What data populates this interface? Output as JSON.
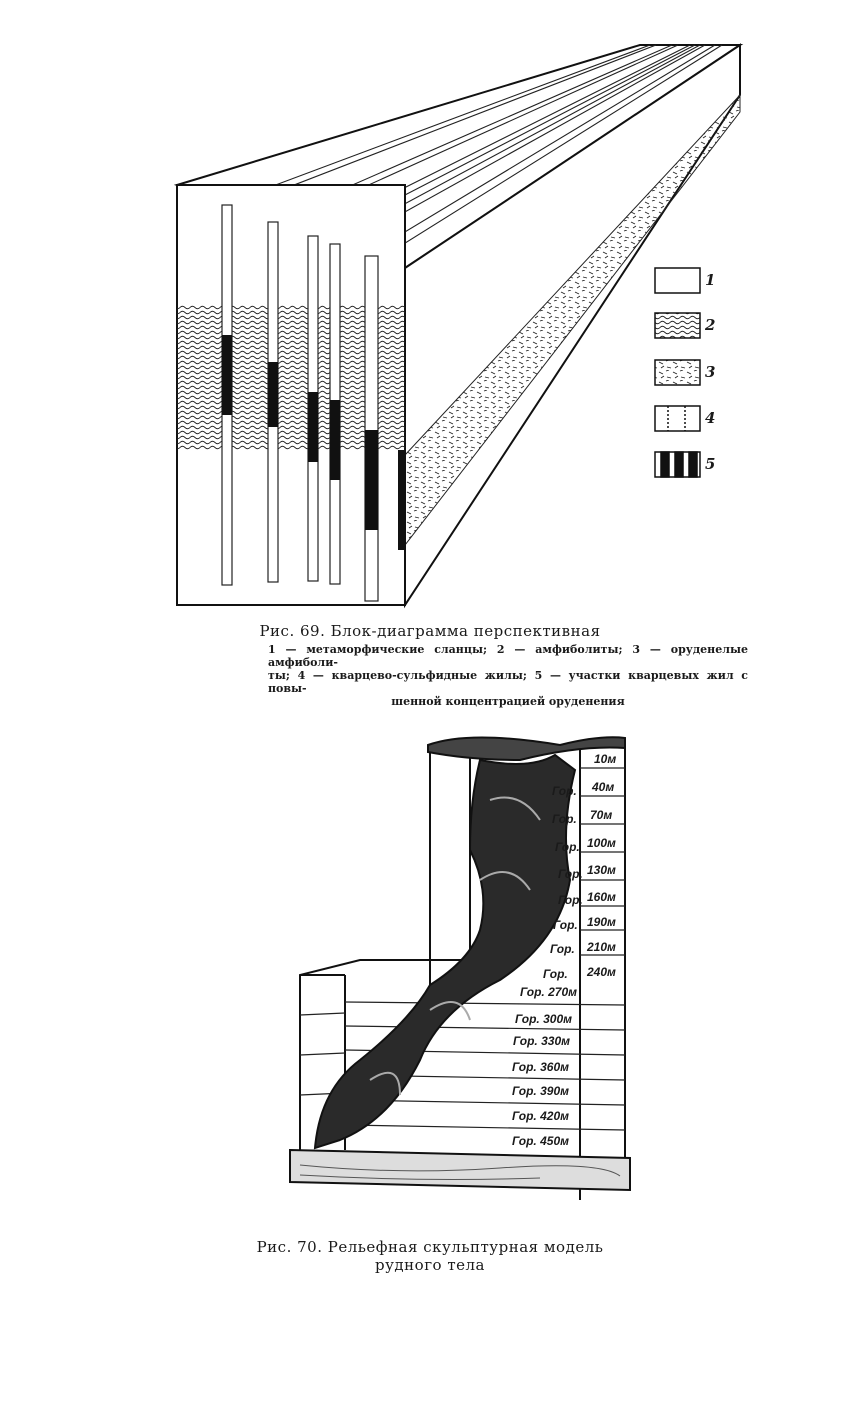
{
  "figure69": {
    "caption_title": "Рис. 69. Блок-диаграмма перспективная",
    "caption_legend_line1": "1 — метаморфические сланцы; 2 — амфиболиты; 3 — оруденелые амфиболи-",
    "caption_legend_line2": "ты; 4 — кварцево-сульфидные жилы; 5 — участки кварцевых жил с повы-",
    "caption_legend_line3": "шенной концентрацией оруденения",
    "legend": [
      {
        "num": "1",
        "pattern": "blank"
      },
      {
        "num": "2",
        "pattern": "wavy"
      },
      {
        "num": "3",
        "pattern": "dashes"
      },
      {
        "num": "4",
        "pattern": "dotted-stripes"
      },
      {
        "num": "5",
        "pattern": "black-stripes"
      }
    ]
  },
  "figure70": {
    "caption_line1": "Рис. 70. Рельефная скульптурная модель",
    "caption_line2": "рудного тела",
    "right_levels": [
      "10м",
      "40м",
      "70м",
      "100м",
      "130м",
      "160м",
      "190м",
      "210м",
      "240м"
    ],
    "gor_short": [
      "Гор.",
      "Гор.",
      "Гор.",
      "Гор.",
      "Гор.",
      "Гор.",
      "Гор.",
      "Гор."
    ],
    "left_levels": [
      "Гор. 270м",
      "Гор. 300м",
      "Гор. 330м",
      "Гор. 360м",
      "Гор. 390м",
      "Гор. 420м",
      "Гор. 450м"
    ]
  }
}
